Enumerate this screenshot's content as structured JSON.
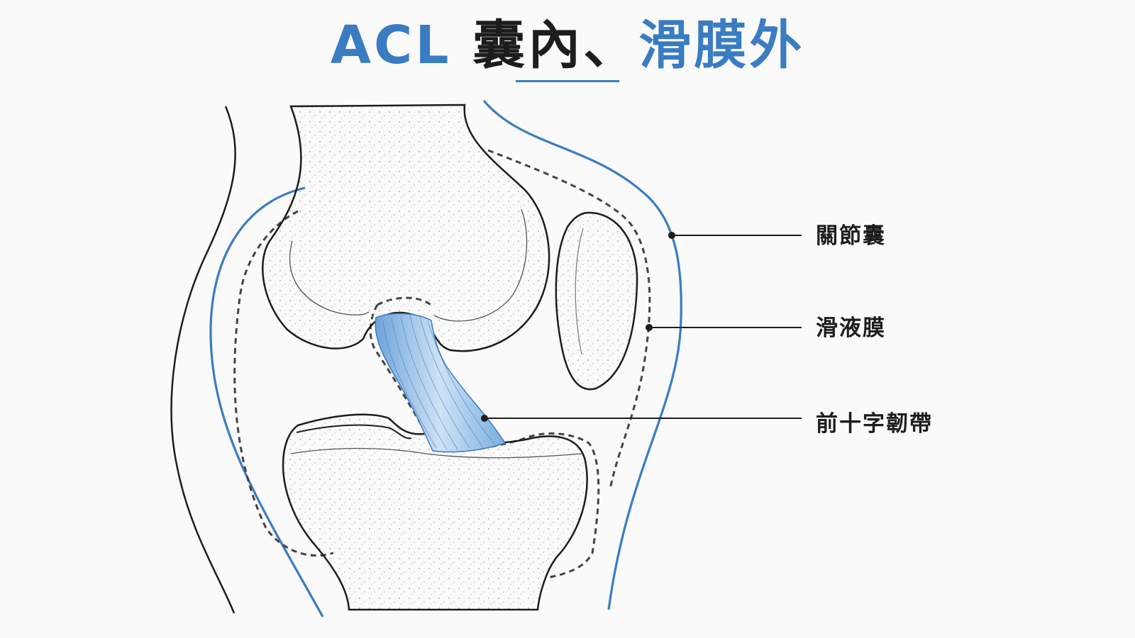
{
  "title": {
    "part1": "ACL ",
    "part2": "囊內",
    "part3": "、",
    "part4": "滑膜外"
  },
  "labels": {
    "capsule": "關節囊",
    "synovium": "滑液膜",
    "acl": "前十字韌帶"
  },
  "colors": {
    "accent_blue": "#3a7cc2",
    "ligament_blue": "#7fb0e2",
    "outline": "#1d1d1d",
    "dashed": "#444444"
  }
}
